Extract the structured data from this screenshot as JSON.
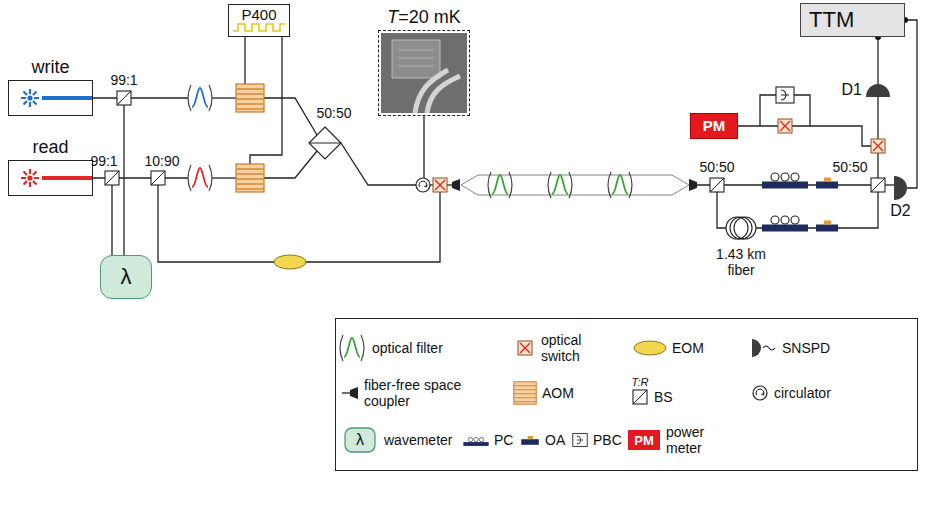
{
  "diagram": {
    "nodes": [
      {
        "text": [
          "write"
        ]
      },
      {
        "text": [
          "read"
        ]
      },
      {
        "text": [
          "λ"
        ]
      },
      {
        "text": [
          "P400"
        ]
      },
      {
        "text": [
          "T=20 mK"
        ]
      },
      {
        "text": [
          "PM"
        ]
      },
      {
        "text": [
          "TTM"
        ]
      },
      {
        "text": [
          "D1"
        ]
      },
      {
        "text": [
          "D2"
        ]
      }
    ],
    "edges": [
      {
        "from": 6,
        "to": 7,
        "arrow": "none"
      },
      {
        "from": 6,
        "to": 8,
        "arrow": "none"
      }
    ],
    "labels": [
      "99:1",
      "99:1",
      "10:90",
      "50:50",
      "50:50",
      "50:50",
      "1.43 km fiber",
      "λ",
      "T:R",
      "PM"
    ],
    "legend": [
      {
        "text": "optical filter"
      },
      {
        "text": "optical switch"
      },
      {
        "text": "EOM"
      },
      {
        "text": "SNSPD"
      },
      {
        "text": "fiber-free space coupler"
      },
      {
        "text": "AOM"
      },
      {
        "text": "BS"
      },
      {
        "text": "circulator"
      },
      {
        "text": "wavemeter"
      },
      {
        "text": "PC"
      },
      {
        "text": "OA"
      },
      {
        "text": "PBC"
      },
      {
        "text": "power meter"
      }
    ]
  }
}
